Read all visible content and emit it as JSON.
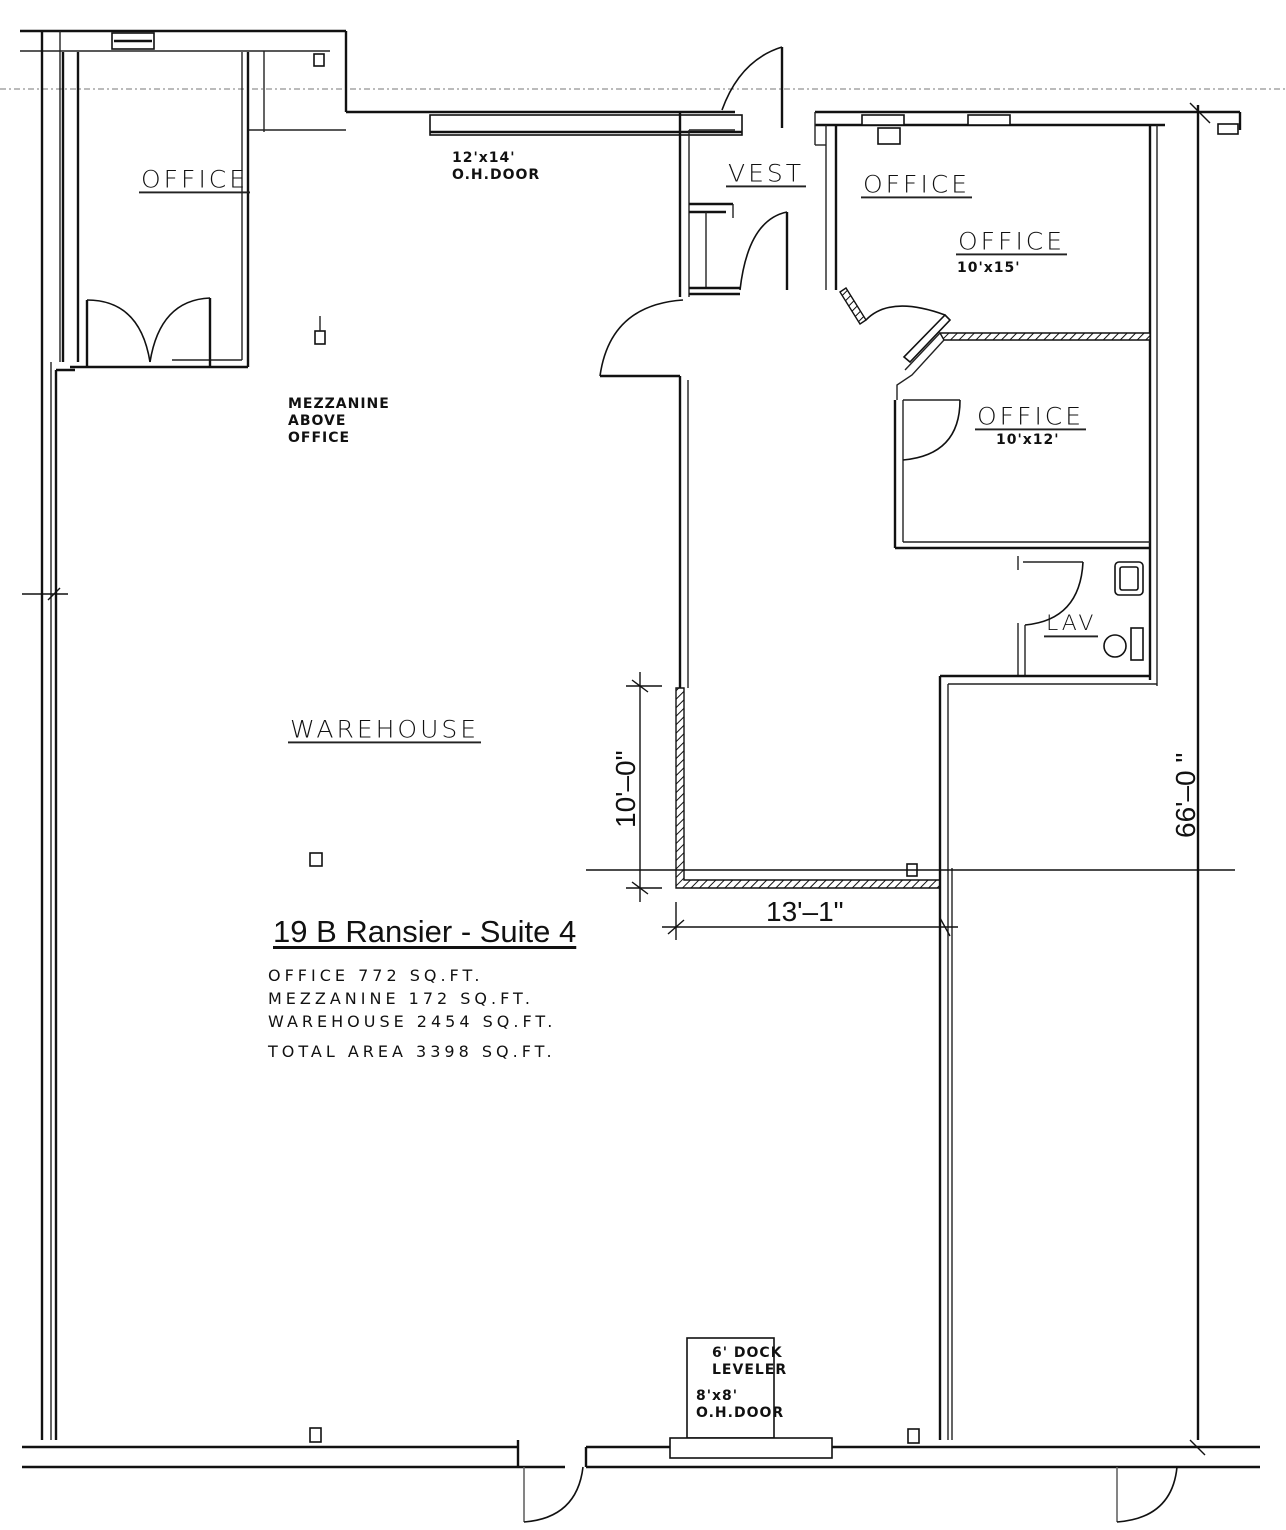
{
  "plan": {
    "title": "19 B Ransier - Suite 4",
    "rooms": {
      "office_nw": {
        "label": "OFFICE"
      },
      "vestibule": {
        "label": "VEST"
      },
      "office_ne": {
        "label": "OFFICE"
      },
      "office_10x15": {
        "label": "OFFICE",
        "size": "10'x15'"
      },
      "office_10x12": {
        "label": "OFFICE",
        "size": "10'x12'"
      },
      "lavatory": {
        "label": "LAV"
      },
      "warehouse": {
        "label": "WAREHOUSE"
      }
    },
    "notes": {
      "oh_door_top": [
        "12'x14'",
        "O.H.DOOR"
      ],
      "mezzanine": [
        "MEZZANINE",
        "ABOVE",
        "OFFICE"
      ],
      "dock": [
        "6' DOCK",
        "LEVELER"
      ],
      "oh_door_bottom": [
        "8'x8'",
        "O.H.DOOR"
      ]
    },
    "dimensions": {
      "vertical_small": "10'–0\"",
      "horizontal": "13'–1\"",
      "vertical_overall": "66'–0 \""
    },
    "areas": [
      {
        "label": "OFFICE",
        "value": "772",
        "unit": "SQ.FT."
      },
      {
        "label": "MEZZANINE",
        "value": "172",
        "unit": "SQ.FT."
      },
      {
        "label": "WAREHOUSE",
        "value": "2454",
        "unit": "SQ.FT."
      },
      {
        "label": "TOTAL AREA",
        "value": "3398",
        "unit": "SQ.FT."
      }
    ],
    "area_lines": [
      "OFFICE 772 SQ.FT.",
      "MEZZANINE 172 SQ.FT.",
      "WAREHOUSE 2454 SQ.FT.",
      "TOTAL AREA 3398 SQ.FT."
    ]
  }
}
